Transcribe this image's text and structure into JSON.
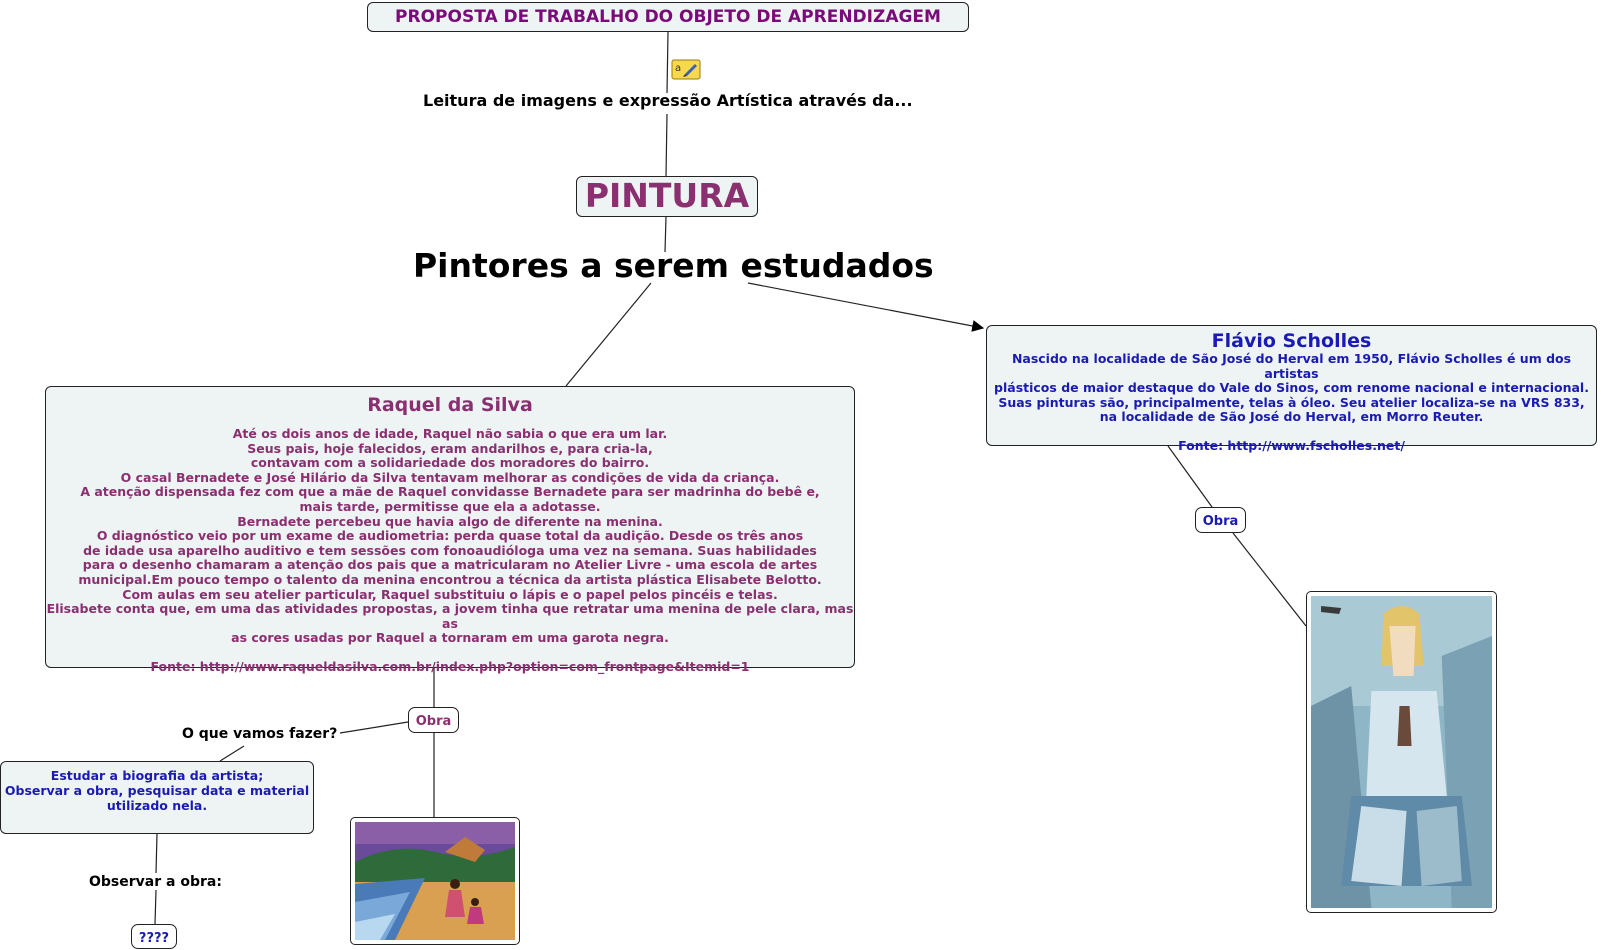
{
  "proposal": {
    "title": "PROPOSTA DE TRABALHO DO OBJETO DE APRENDIZAGEM"
  },
  "note_icon": "note-icon",
  "reading": {
    "label": "Leitura de imagens e expressão Artística através da..."
  },
  "main": {
    "title": "PINTURA"
  },
  "painters": {
    "label": "Pintores a serem estudados"
  },
  "raquel": {
    "title": "Raquel da Silva",
    "bio": "Até os dois anos de idade, Raquel não sabia o que era um lar.\nSeus pais, hoje falecidos, eram andarilhos e, para cria-la,\ncontavam com a solidariedade dos moradores do bairro.\nO casal Bernadete e José Hilário da Silva tentavam melhorar as condições de vida da criança.\nA atenção dispensada fez com que a mãe de Raquel convidasse Bernadete para ser madrinha do bebê e,\nmais tarde, permitisse que ela a adotasse.\nBernadete percebeu que havia algo de diferente na menina.\nO diagnóstico veio por um exame de audiometria: perda quase total da audição. Desde os três anos\nde idade usa aparelho auditivo e tem sessões com fonoaudióloga uma vez na semana. Suas habilidades\npara o desenho chamaram a atenção dos pais que a matricularam no Atelier Livre - uma escola de artes\nmunicipal.Em pouco tempo o talento da menina encontrou a técnica da artista plástica Elisabete Belotto.\nCom aulas em seu atelier particular, Raquel substituiu o lápis e o papel pelos pincéis e telas.\nElisabete conta que, em uma das atividades propostas, a jovem tinha que retratar uma menina de pele clara, mas as\nas cores usadas por Raquel a tornaram em uma garota negra.",
    "source": "Fonte: http://www.raqueldasilva.com.br/index.php?option=com_frontpage&Itemid=1",
    "obra_label": "Obra"
  },
  "flavio": {
    "title": "Flávio Scholles",
    "bio": "Nascido na localidade de São José do Herval em 1950, Flávio Scholles é um dos artistas\nplásticos de maior destaque do Vale do Sinos, com renome nacional e internacional.\nSuas pinturas são, principalmente, telas à óleo. Seu atelier localiza-se na VRS 833,\nna localidade de São José do Herval, em Morro Reuter.",
    "source": "Fonte: http://www.fscholles.net/",
    "obra_label": "Obra"
  },
  "todo": {
    "label": "O que vamos fazer?"
  },
  "study": {
    "text": "Estudar a biografia da artista;\nObservar a obra, pesquisar  data e material\nutilizado nela."
  },
  "observe": {
    "label": "Observar a obra:"
  },
  "unknown": {
    "label": "????"
  },
  "colors": {
    "purple": "#8a3070",
    "blue": "#1a1ab4",
    "node_fill": "#eef4f4"
  }
}
